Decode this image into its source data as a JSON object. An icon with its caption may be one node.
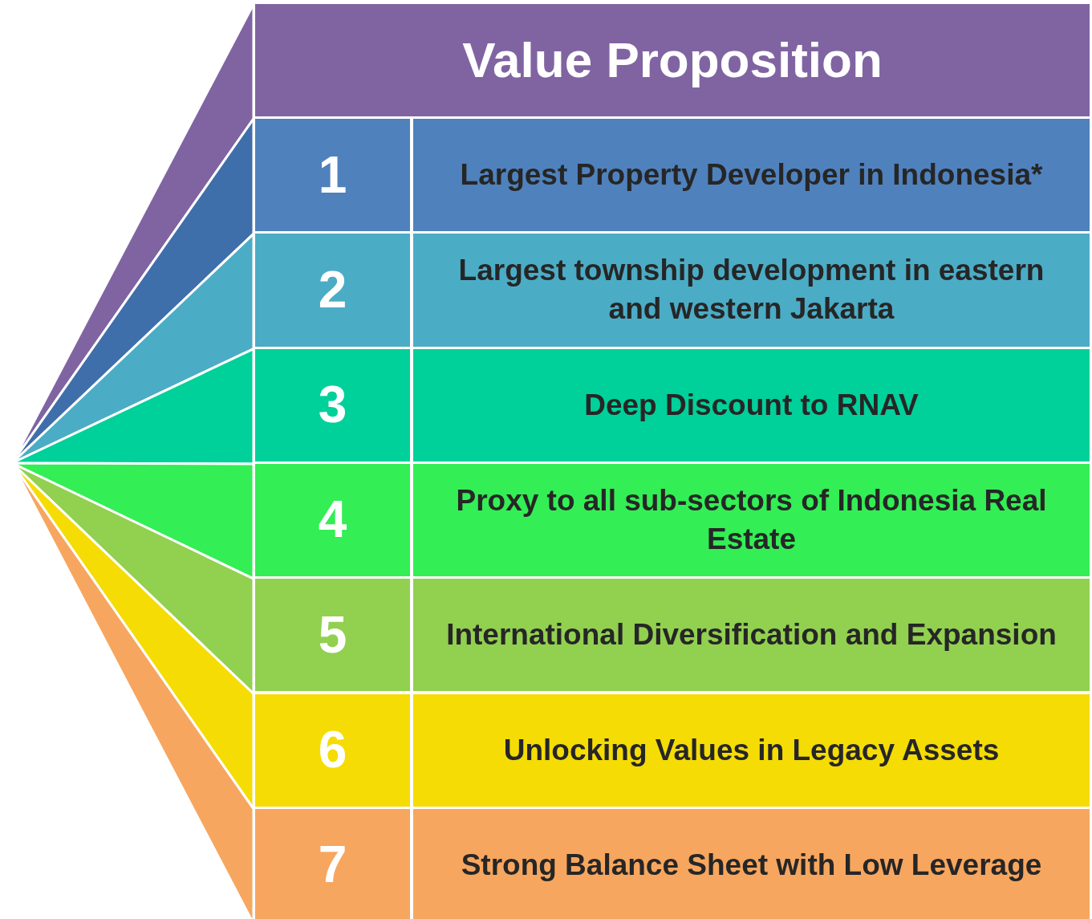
{
  "diagram": {
    "nodes": [
      {
        "text": [
          "Value Proposition"
        ]
      },
      {
        "text": [
          "1"
        ]
      },
      {
        "text": [
          "Largest Property Developer in Indonesia*"
        ]
      },
      {
        "text": [
          "2"
        ]
      },
      {
        "text": [
          "Largest township development in eastern and western Jakarta"
        ]
      },
      {
        "text": [
          "3"
        ]
      },
      {
        "text": [
          "Deep Discount to RNAV"
        ]
      },
      {
        "text": [
          "4"
        ]
      },
      {
        "text": [
          "Proxy to all sub-sectors of Indonesia Real Estate"
        ]
      },
      {
        "text": [
          "5"
        ]
      },
      {
        "text": [
          "International Diversification and Expansion"
        ]
      },
      {
        "text": [
          "6"
        ]
      },
      {
        "text": [
          "Unlocking Values in Legacy Assets"
        ]
      },
      {
        "text": [
          "7"
        ]
      },
      {
        "text": [
          "Strong Balance Sheet with Low Leverage"
        ]
      }
    ]
  }
}
